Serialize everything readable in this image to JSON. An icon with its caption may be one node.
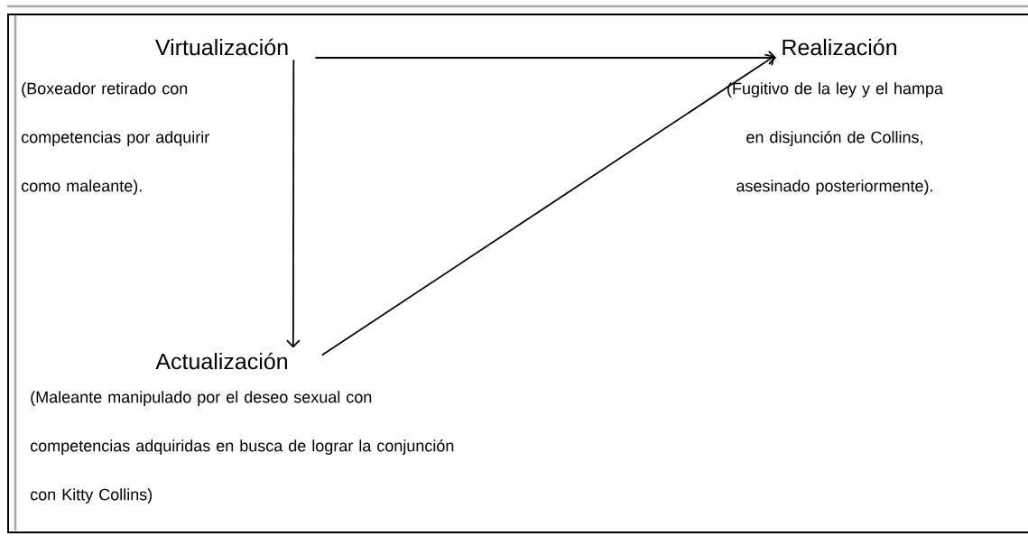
{
  "diagram": {
    "nodes": [
      {
        "text": [
          "Virtualización"
        ],
        "beside": [
          "(Boxeador retirado con competencias por adquirir como maleante)."
        ]
      },
      {
        "text": [
          "Realización"
        ],
        "beside": [
          "(Fugitivo de la ley y el hampa en disjunción de Collins, asesinado posteriormente)."
        ]
      },
      {
        "text": [
          "Actualización"
        ],
        "beside": [
          "(Maleante manipulado por el deseo sexual con competencias adquiridas en busca de lograr la conjunción con Kitty Collins)"
        ]
      }
    ],
    "edges": [
      {
        "from": 0,
        "to": 1,
        "arrow": "to"
      },
      {
        "from": 0,
        "to": 2,
        "arrow": "to"
      },
      {
        "from": 2,
        "to": 1,
        "arrow": "to"
      }
    ]
  }
}
